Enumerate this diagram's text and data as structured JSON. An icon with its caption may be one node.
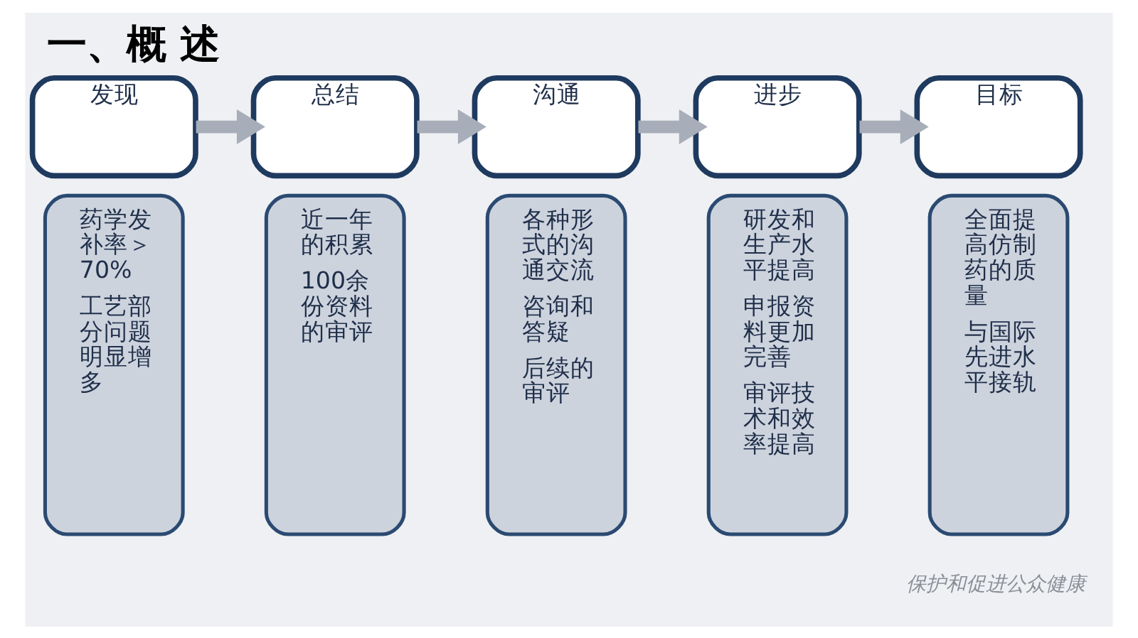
{
  "diagram": {
    "title": "一、概 述",
    "nodes": [
      {
        "text": [
          "发现"
        ]
      },
      {
        "text": [
          "药学发补率＞70%",
          "工艺部分问题明显增多"
        ]
      },
      {
        "text": [
          "总结"
        ]
      },
      {
        "text": [
          "近一年的积累",
          "100余份资料的审评"
        ]
      },
      {
        "text": [
          "沟通"
        ]
      },
      {
        "text": [
          "各种形式的沟通交流",
          "咨询和答疑",
          "后续的审评"
        ]
      },
      {
        "text": [
          "进步"
        ]
      },
      {
        "text": [
          "研发和生产水平提高",
          "申报资料更加完善",
          "审评技术和效率提高"
        ]
      },
      {
        "text": [
          "目标"
        ]
      },
      {
        "text": [
          "全面提高仿制药的质量",
          "与国际先进水平接轨"
        ]
      }
    ],
    "edges": [
      {
        "from": 0,
        "to": 2,
        "arrow": "to"
      },
      {
        "from": 2,
        "to": 4,
        "arrow": "to"
      },
      {
        "from": 4,
        "to": 6,
        "arrow": "to"
      },
      {
        "from": 6,
        "to": 8,
        "arrow": "to"
      }
    ],
    "labels": [
      "保护和促进公众健康"
    ]
  }
}
